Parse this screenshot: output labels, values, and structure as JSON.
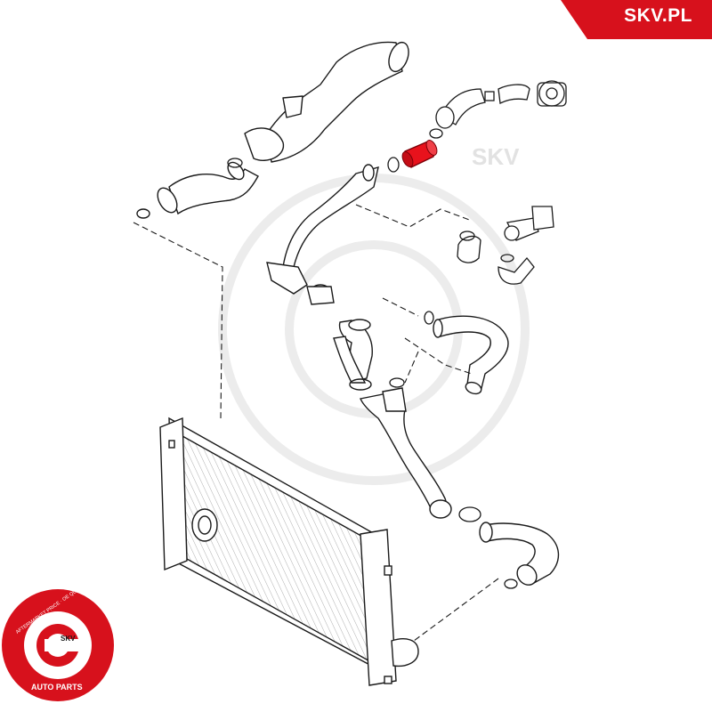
{
  "brand": {
    "label": "SKV.PL",
    "accent_color": "#d7111c"
  },
  "watermark": {
    "text": "SKV",
    "color": "#e6e6e6"
  },
  "logo": {
    "ring_text": "AFTERMARKET PRICE · OE QUALITY",
    "center_text": "SKV",
    "bottom_text": "AUTO PARTS",
    "color": "#d7111c"
  },
  "diagram": {
    "highlighted_part": "intercooler-hose",
    "highlight_color": "#e8121c",
    "line_color": "#1a1a1a"
  }
}
